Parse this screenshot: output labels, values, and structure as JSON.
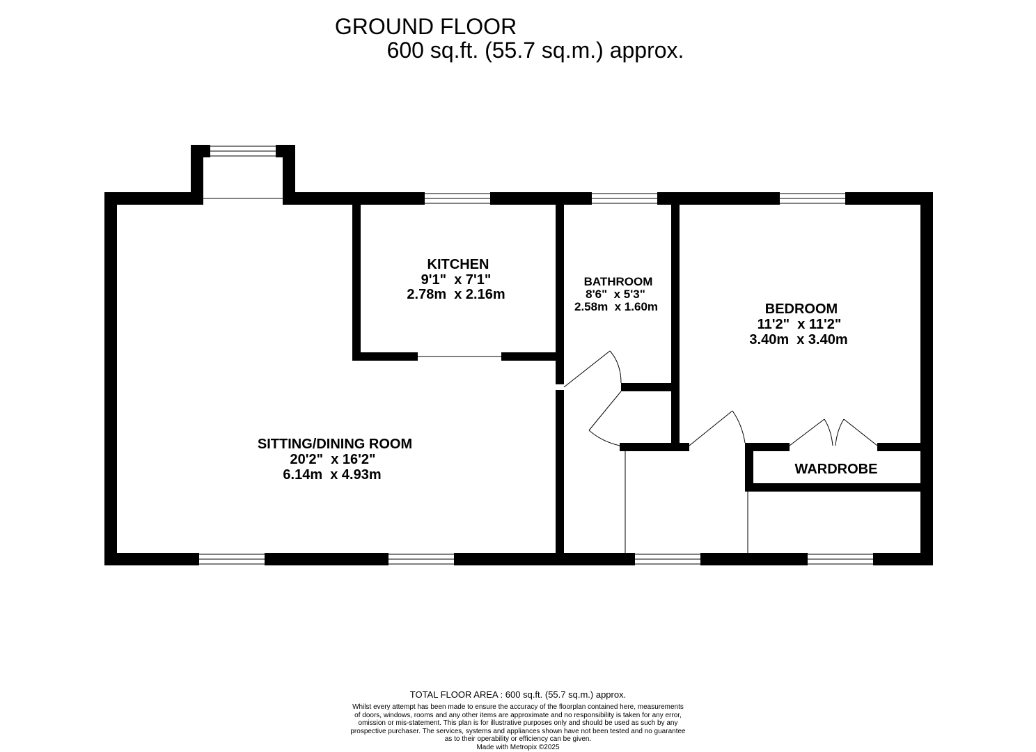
{
  "header": {
    "floor_title": "GROUND FLOOR",
    "floor_area": "600 sq.ft. (55.7 sq.m.) approx."
  },
  "rooms": {
    "kitchen": {
      "name": "KITCHEN",
      "imperial": "9'1\"  x 7'1\"",
      "metric": "2.78m  x 2.16m"
    },
    "bathroom": {
      "name": "BATHROOM",
      "imperial": "8'6\"  x 5'3\"",
      "metric": "2.58m  x 1.60m"
    },
    "bedroom": {
      "name": "BEDROOM",
      "imperial": "11'2\"  x 11'2\"",
      "metric": "3.40m  x 3.40m"
    },
    "sitting": {
      "name": "SITTING/DINING ROOM",
      "imperial": "20'2\"  x 16'2\"",
      "metric": "6.14m  x 4.93m"
    },
    "wardrobe": {
      "name": "WARDROBE"
    }
  },
  "footer": {
    "total_area": "TOTAL FLOOR AREA : 600 sq.ft. (55.7 sq.m.) approx.",
    "disclaimer_lines": [
      "Whilst every attempt has been made to ensure the accuracy of the floorplan contained here, measurements",
      "of doors, windows, rooms and any other items are approximate and no responsibility is taken for any error,",
      "omission or mis-statement. This plan is for illustrative purposes only and should be used as such by any",
      "prospective purchaser. The services, systems and appliances shown have not been tested and no guarantee",
      "as to their operability or efficiency can be given.",
      "Made with Metropix ©2025"
    ]
  }
}
